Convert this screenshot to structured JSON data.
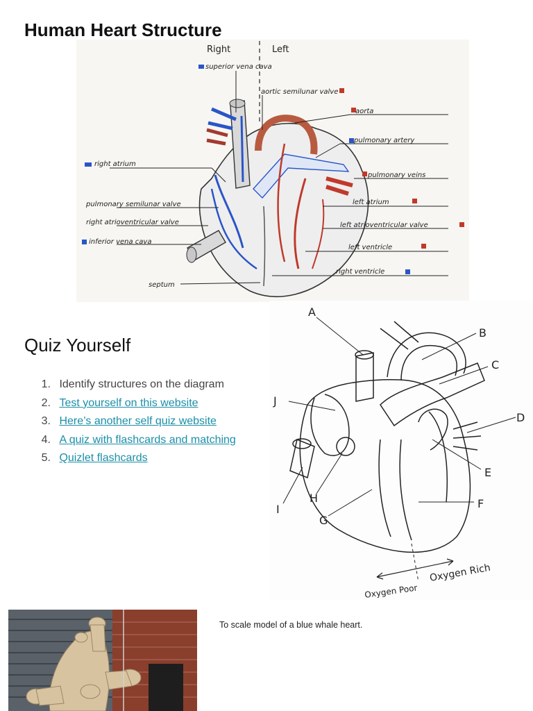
{
  "document": {
    "title": "Human Heart Structure",
    "quiz_heading": "Quiz Yourself",
    "quiz_items": [
      {
        "num": "1.",
        "text": "Identify structures on the diagram",
        "link": false
      },
      {
        "num": "2.",
        "text": "Test yourself on this website",
        "link": true
      },
      {
        "num": "3.",
        "text": "Here’s another self quiz website ",
        "link": true
      },
      {
        "num": "4.",
        "text": "A quiz with flashcards and matching",
        "link": true
      },
      {
        "num": "5.",
        "text": "Quizlet flashcards",
        "link": true
      }
    ],
    "photo_caption": "To scale model of a blue whale heart."
  },
  "heart_diagram": {
    "side_right": "Right",
    "side_left": "Left",
    "labels": {
      "superior_vena_cava": "superior vena cava",
      "aortic_valve": "aortic semilunar valve",
      "aorta": "aorta",
      "pulmonary_artery": "pulmonary artery",
      "right_atrium": "right atrium",
      "pulmonary_veins": "pulmonary veins",
      "pulmonary_valve": "pulmonary semilunar valve",
      "left_atrium": "left atrium",
      "right_av_valve": "right atrioventricular valve",
      "left_av_valve": "left atrioventricular valve",
      "inferior_vena_cava": "inferior vena cava",
      "left_ventricle": "left ventricle",
      "right_ventricle": "right ventricle",
      "septum": "septum"
    },
    "colors": {
      "deoxygenated": "#2a55c8",
      "oxygenated": "#c0392b"
    }
  },
  "quiz_diagram": {
    "letters": {
      "A": "A",
      "B": "B",
      "C": "C",
      "D": "D",
      "E": "E",
      "F": "F",
      "G": "G",
      "H": "H",
      "I": "I",
      "J": "J"
    },
    "oxygen_poor": "Oxygen Poor",
    "oxygen_rich": "Oxygen Rich"
  }
}
